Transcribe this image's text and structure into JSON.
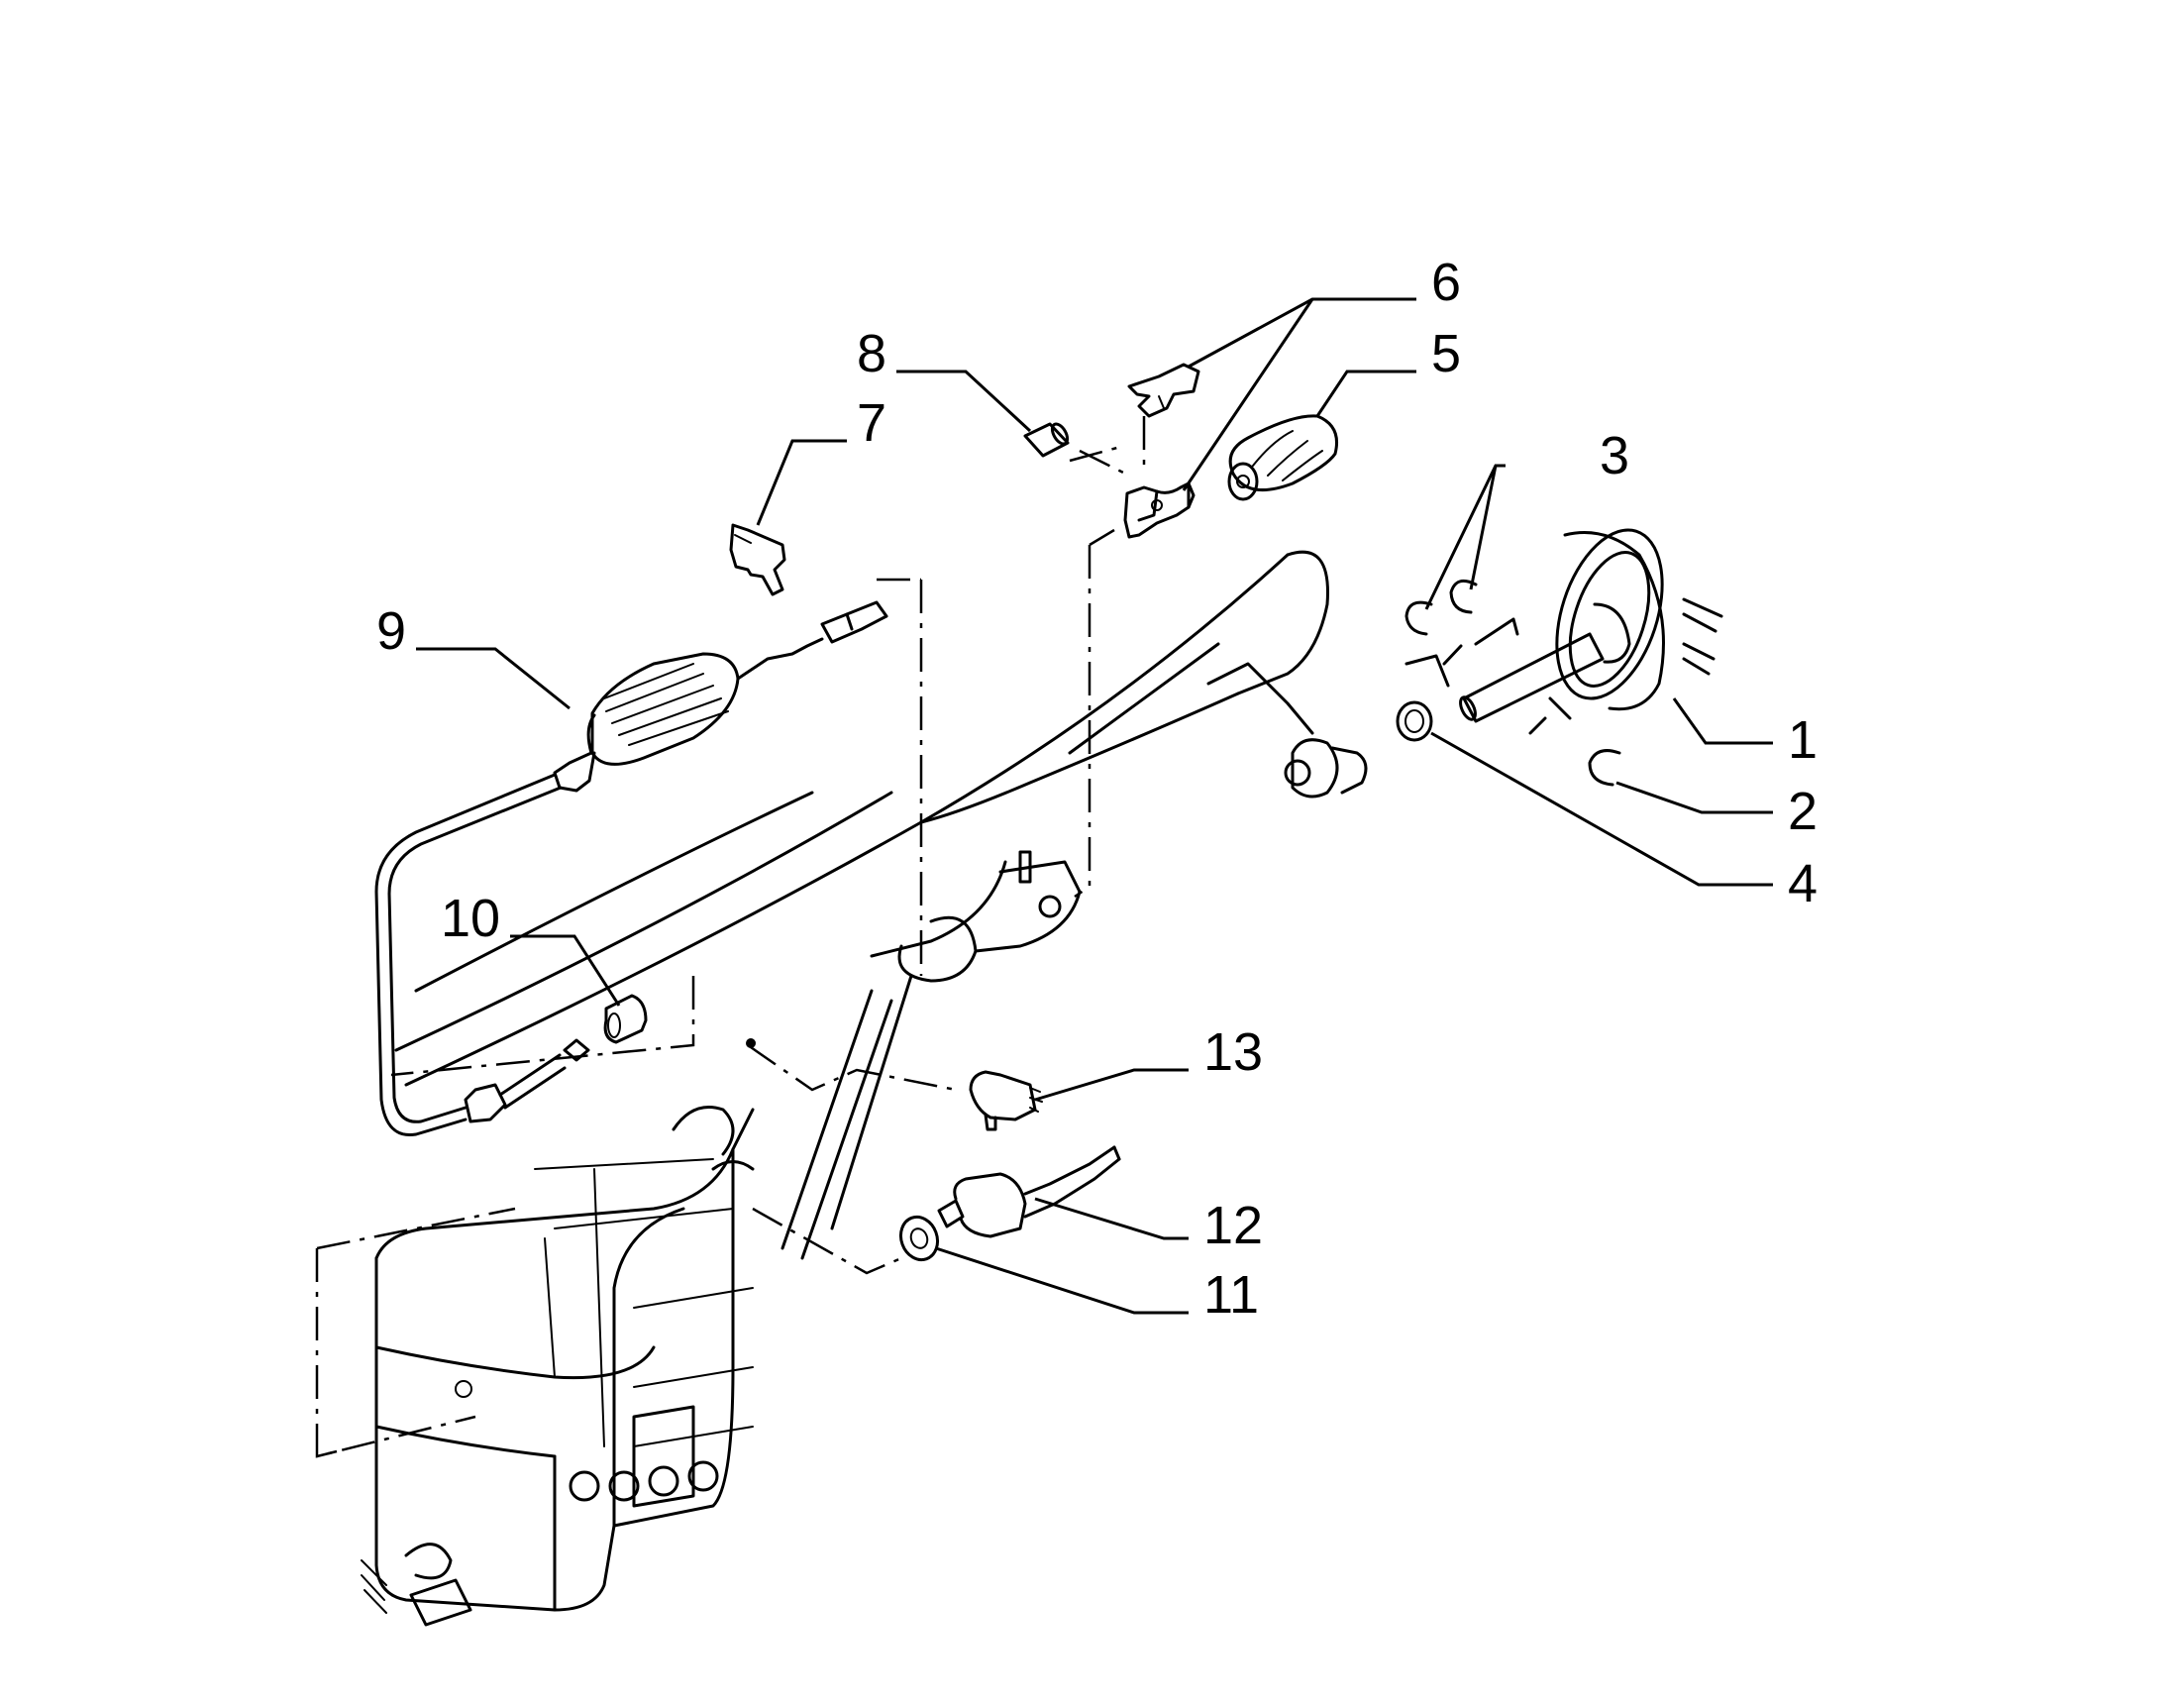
{
  "diagram": {
    "callouts": [
      {
        "id": "1",
        "text": "1"
      },
      {
        "id": "2",
        "text": "2"
      },
      {
        "id": "3",
        "text": "3"
      },
      {
        "id": "4",
        "text": "4"
      },
      {
        "id": "5",
        "text": "5"
      },
      {
        "id": "6",
        "text": "6"
      },
      {
        "id": "7",
        "text": "7"
      },
      {
        "id": "8",
        "text": "8"
      },
      {
        "id": "9",
        "text": "9"
      },
      {
        "id": "10",
        "text": "10"
      },
      {
        "id": "11",
        "text": "11"
      },
      {
        "id": "12",
        "text": "12"
      },
      {
        "id": "13",
        "text": "13"
      }
    ],
    "style": {
      "line_color": "#000000",
      "background": "#ffffff"
    }
  }
}
